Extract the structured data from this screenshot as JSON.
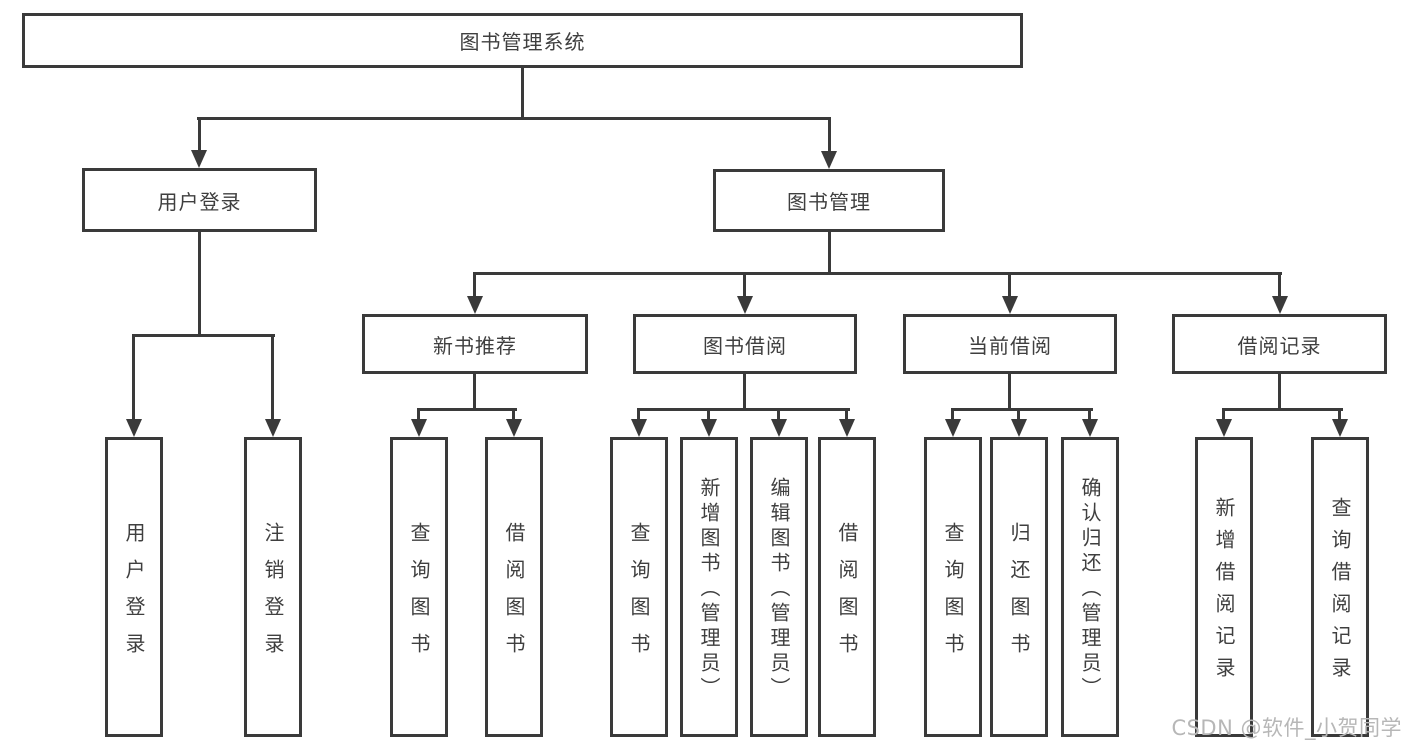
{
  "tree": {
    "root": {
      "label": "图书管理系统",
      "children": [
        {
          "label": "用户登录",
          "children": [
            {
              "label": "用户登录"
            },
            {
              "label": "注销登录"
            }
          ]
        },
        {
          "label": "图书管理",
          "children": [
            {
              "label": "新书推荐",
              "children": [
                {
                  "label": "查询图书"
                },
                {
                  "label": "借阅图书"
                }
              ]
            },
            {
              "label": "图书借阅",
              "children": [
                {
                  "label": "查询图书"
                },
                {
                  "label": "新增图书（管理员）"
                },
                {
                  "label": "编辑图书（管理员）"
                },
                {
                  "label": "借阅图书"
                }
              ]
            },
            {
              "label": "当前借阅",
              "children": [
                {
                  "label": "查询图书"
                },
                {
                  "label": "归还图书"
                },
                {
                  "label": "确认归还（管理员）"
                }
              ]
            },
            {
              "label": "借阅记录",
              "children": [
                {
                  "label": "新增借阅记录"
                },
                {
                  "label": "查询借阅记录"
                }
              ]
            }
          ]
        }
      ]
    }
  },
  "watermark": {
    "text": "CSDN @软件_小贺同学"
  },
  "colors": {
    "line": "#3a3a3a",
    "text": "#3f3f3f",
    "watermark": "#b7b7b7",
    "background": "#ffffff"
  }
}
